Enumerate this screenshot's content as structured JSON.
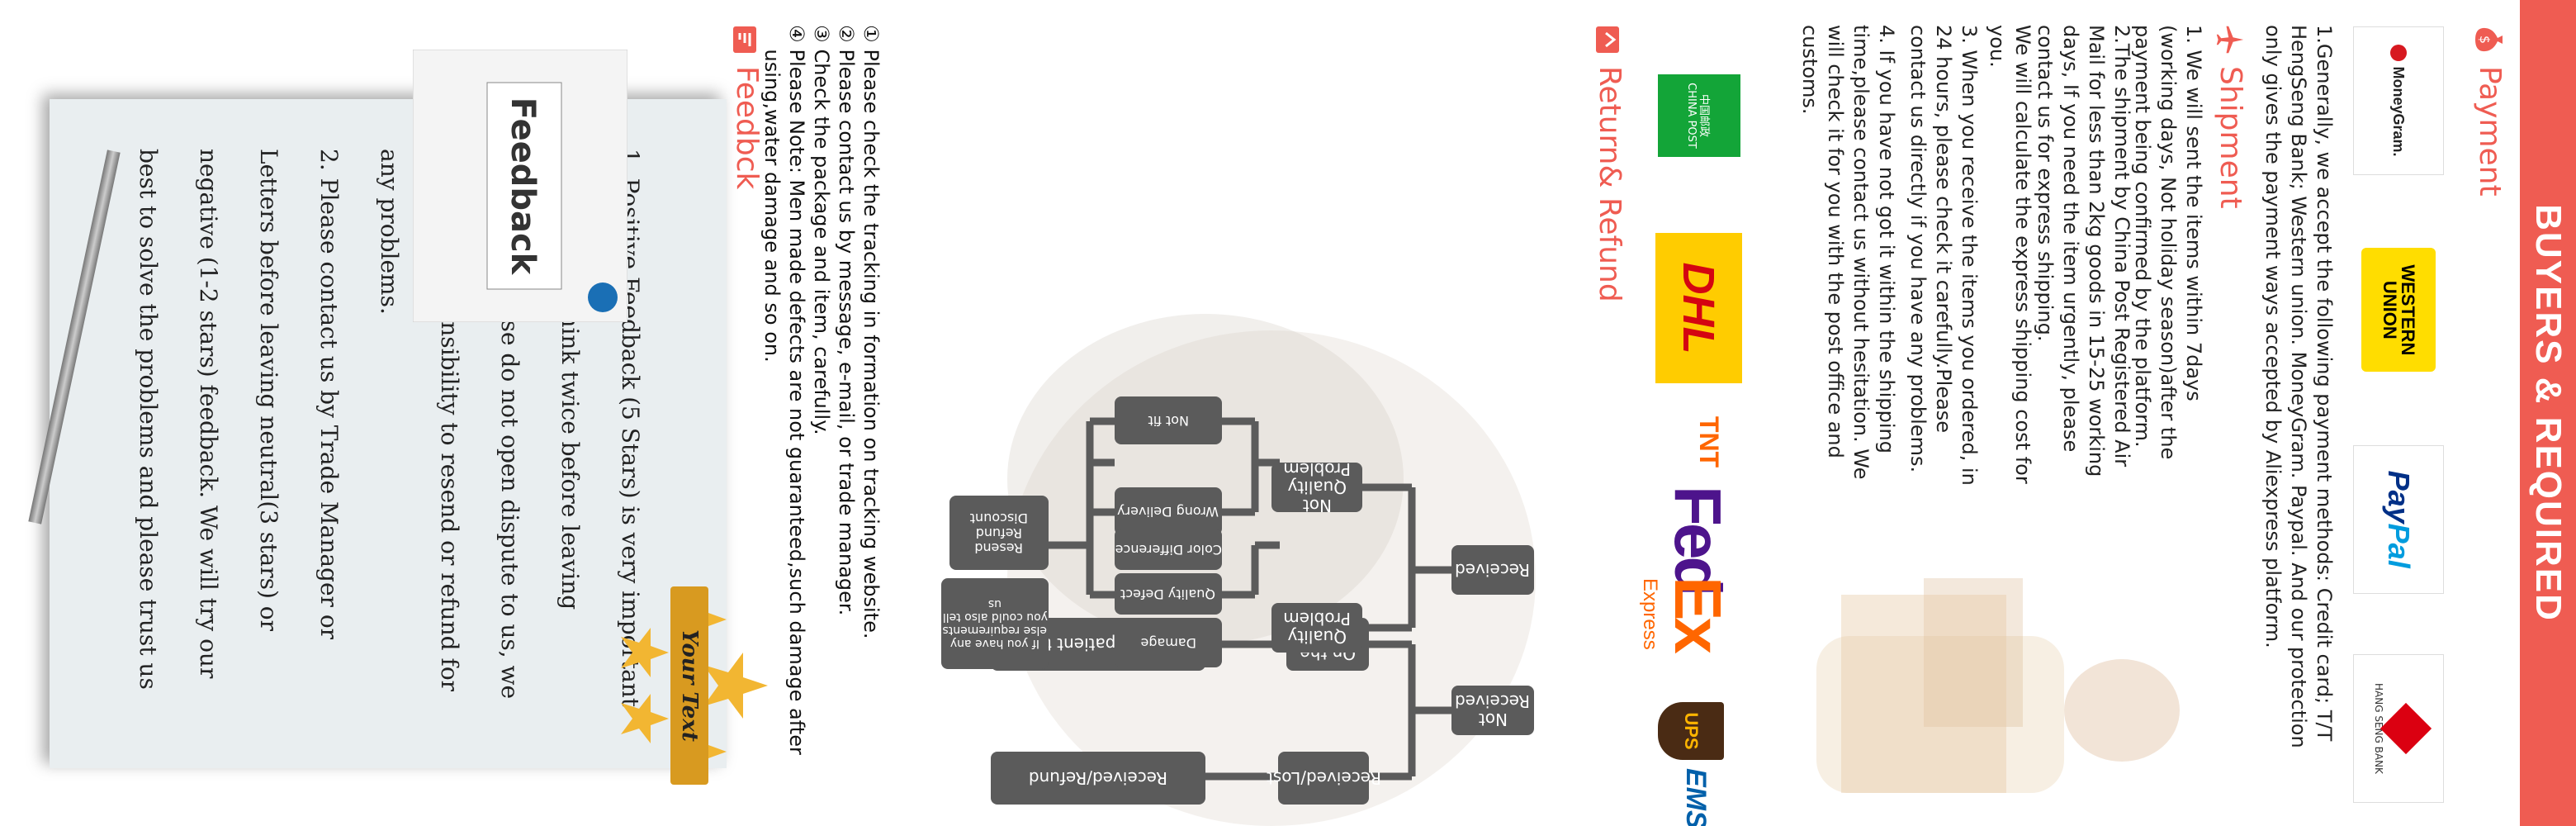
{
  "header": {
    "title": "BUYERS & REQUIRED"
  },
  "colors": {
    "accent": "#ef5c52",
    "flow_node": "#5b5b5b",
    "paper": "#e9eef0"
  },
  "payment": {
    "title": "Payment",
    "icon": "money-bag-icon",
    "logos": {
      "moneygram": "MoneyGram.",
      "western_union_line1": "WESTERN",
      "western_union_line2": "UNION",
      "paypal_a": "Pay",
      "paypal_b": "Pal",
      "hang_seng": "HANG SENG BANK"
    },
    "text": "1.Generally, we accept the following payment methods: Credit card; T/T HengSeng Bank; Western union. MoneyGram. Paypal. And our protection only gives the payment ways accepted by Aliexpress platform."
  },
  "shipment": {
    "title": "Shipment",
    "icon": "airplane-icon",
    "paragraphs": [
      "1. We will sent the items within 7days (working days, Not holiday season)after the payment being confirmed by the platform.",
      "2.The shipment by China Post Registered Air Mail for less than 2kg goods in 15-25 working days, If you need the item urgently, please contact us for express shipping.",
      "We will calculate the express shipping cost for you.",
      "3. When you receive the items you ordered, in 24 hours, please check it carefully.Please contact us directly if you have any problems.",
      "4. If you have not got it within the shipping time,please contact us without hesitation. We will check it for you with the post office and customs."
    ],
    "logos": {
      "china_post_cn": "中国邮政",
      "china_post_en": "CHINA POST",
      "dhl": "DHL",
      "tnt": "TNT",
      "fedex_a": "Fed",
      "fedex_b": "Ex",
      "fedex_c": "Express",
      "ups": "UPS",
      "ems": "EMS"
    }
  },
  "return": {
    "title": "Return& Refund",
    "icon": "return-icon",
    "flow": {
      "not_received": "Not Received",
      "on_the_way": "On the Way",
      "please_wait": "Please be patient to wait",
      "received_lost": "Received/Lost",
      "received_refund": "Received/Refund",
      "received": "Received",
      "not_quality": "Not Quality Problem",
      "quality": "Quality Problem",
      "not_fit": "Not fit",
      "wrong_delivery": "Wrong Delivery",
      "color_difference": "Color Difference",
      "quality_defect": "Quality Defect",
      "damage": "Damage",
      "resend": "Resend Refund Discount",
      "else_req": "If you have any else requirements you could also tell us"
    },
    "notes": [
      {
        "num": "①",
        "text": "Please check the tracking in formation on tracking website."
      },
      {
        "num": "②",
        "text": "Please contact us by message, e-mail, or trade manager."
      },
      {
        "num": "③",
        "text": "Check the package and item, carefully."
      },
      {
        "num": "④",
        "text": "Please Note: Men made defects  are not guaranteed,such damage after using,water damage and so on."
      }
    ]
  },
  "feedback": {
    "title": "Feedbck",
    "icon": "feedback-icon",
    "badge": "Your Text",
    "card_label": "Feedback",
    "p1": "1. Positive Feedback (5 Stars) is very important to us, please think twice before leaving feedback. Please do not open dispute to us,   we will take responsibility to resend or refund for any problems.",
    "p2": "2. Please contact us by Trade Manager or Letters before leaving neutral(3 stars) or negative (1-2 stars) feedback. We will try our best to solve the problems and please trust us"
  }
}
